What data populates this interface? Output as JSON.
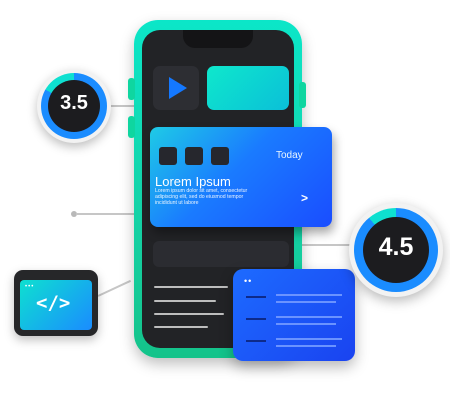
{
  "badges": {
    "left_score": "3.5",
    "right_score": "4.5"
  },
  "card": {
    "today_label": "Today",
    "title": "Lorem Ipsum",
    "body": "Lorem ipsum dolor sit amet, consectetur adipiscing elit, sed do eiusmod tempor incididunt ut labore",
    "arrow": ">"
  },
  "code_card": {
    "dots": "•••",
    "symbol": "</>"
  },
  "window_card": {
    "dots": "••"
  },
  "colors": {
    "phone_frame": "#0be6c8",
    "phone_screen": "#222326",
    "accent_blue": "#1a7bff",
    "accent_teal": "#0ee0d0",
    "badge_inner": "#1c1c1f"
  },
  "icons": {
    "play": "play-icon",
    "code": "code-icon"
  }
}
